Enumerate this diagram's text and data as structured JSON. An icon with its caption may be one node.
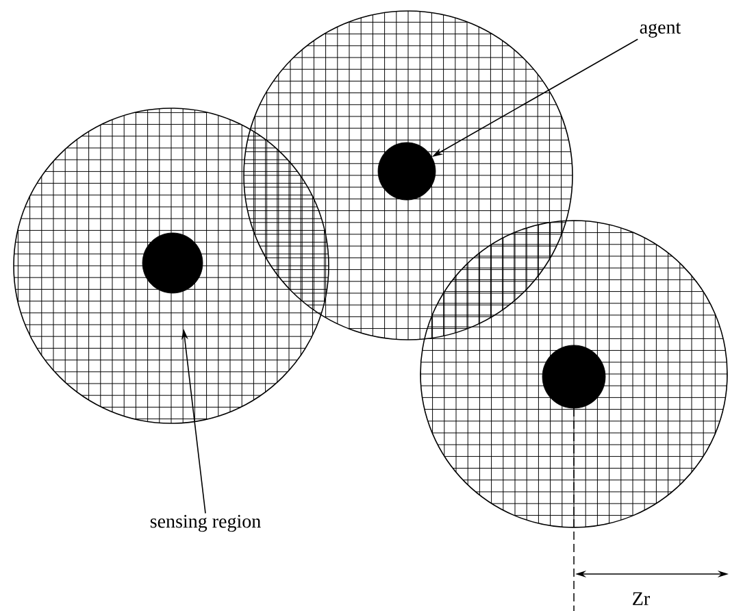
{
  "diagram": {
    "nodes": [
      {
        "text": [
          "agent"
        ]
      },
      {
        "text": [
          "sensing region"
        ]
      },
      {
        "text": [],
        "shape": "circle"
      },
      {
        "text": [],
        "shape": "circle"
      },
      {
        "text": [],
        "shape": "circle"
      },
      {
        "text": [],
        "shape": "circle",
        "in": 2
      },
      {
        "text": [],
        "shape": "circle",
        "in": 3
      },
      {
        "text": [],
        "shape": "circle",
        "in": 4
      }
    ],
    "edges": [
      {
        "from": 0,
        "to": 6,
        "arrow": "to"
      },
      {
        "from": 1,
        "to": 2,
        "arrow": "to"
      }
    ],
    "labels": [
      "Zr"
    ]
  }
}
